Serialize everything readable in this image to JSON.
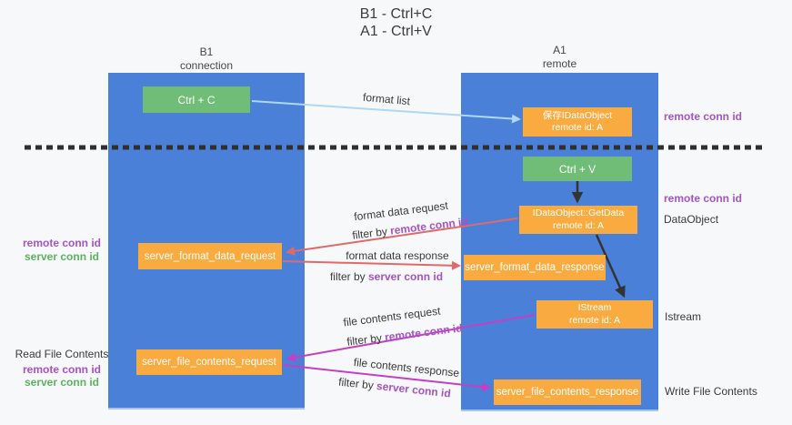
{
  "title": {
    "line1": "B1 - Ctrl+C",
    "line2": "A1 - Ctrl+V"
  },
  "lanes": {
    "left": {
      "name": "B1",
      "role": "connection"
    },
    "right": {
      "name": "A1",
      "role": "remote"
    }
  },
  "nodes": {
    "ctrl_c": {
      "label": "Ctrl + C"
    },
    "ctrl_v": {
      "label": "Ctrl + V"
    },
    "saved_dataobject": {
      "line1": "保存IDataObject",
      "line2": "remote id: A"
    },
    "getdata": {
      "line1": "IDataObject::GetData",
      "line2": "remote id: A"
    },
    "istream": {
      "line1": "IStream",
      "line2": "remote id: A"
    },
    "format_request": {
      "label": "server_format_data_request"
    },
    "format_response": {
      "label": "server_format_data_response"
    },
    "file_request": {
      "label": "server_file_contents_request"
    },
    "file_response": {
      "label": "server_file_contents_response"
    }
  },
  "arrow_labels": {
    "format_list": "format list",
    "format_data_request": "format data request",
    "format_data_request_filter": {
      "prefix": "filter by ",
      "key": "remote conn id"
    },
    "format_data_response": "format data response",
    "format_data_response_filter": {
      "prefix": "filter by ",
      "key": "server conn id"
    },
    "file_contents_request": "file contents request",
    "file_contents_request_filter": {
      "prefix": "filter by ",
      "key": "remote conn id"
    },
    "file_contents_response": "file contents response",
    "file_contents_response_filter": {
      "prefix": "filter by ",
      "key": "server conn id"
    }
  },
  "side_labels": {
    "right_remote_conn_top": "remote conn id",
    "right_remote_conn_mid": "remote conn id",
    "dataobject": "DataObject",
    "istream": "Istream",
    "write_file": "Write File Contents",
    "left_remote_conn_mid": "remote conn id",
    "left_server_conn_mid": "server conn id",
    "read_file": "Read File Contents",
    "left_remote_conn_bottom": "remote conn id",
    "left_server_conn_bottom": "server conn id"
  },
  "colors": {
    "lane_blue": "#4a80d8",
    "node_green": "#70bd78",
    "node_orange": "#f9ab40",
    "remote_conn_purple": "#a653c4",
    "server_conn_green": "#5ab45f",
    "arrow_light_blue": "#aed7f2",
    "arrow_red": "#e06a6a",
    "arrow_magenta": "#c43fc4",
    "arrow_black": "#333333",
    "dashed_line": "#2f2f2f"
  }
}
